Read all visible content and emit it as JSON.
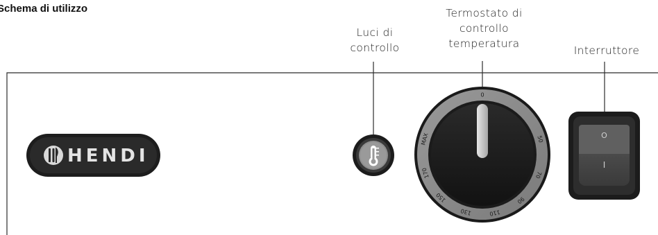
{
  "heading": "Schema di utilizzo",
  "callouts": {
    "lights": [
      "Luci di",
      "controllo"
    ],
    "thermostat": [
      "Termostato di",
      "controllo",
      "temperatura"
    ],
    "switch": "Interruttore"
  },
  "brand": "HENDI",
  "dial": {
    "scale": [
      "0",
      "50",
      "70",
      "90",
      "110",
      "130",
      "150",
      "170",
      "MAX"
    ]
  },
  "switch": {
    "off_symbol": "O",
    "on_symbol": "I"
  },
  "colors": {
    "panel_line": "#2b2b2b",
    "dark": "#1e1e1e",
    "metal": "#8a8a8a",
    "light_metal": "#b4b4b4"
  }
}
